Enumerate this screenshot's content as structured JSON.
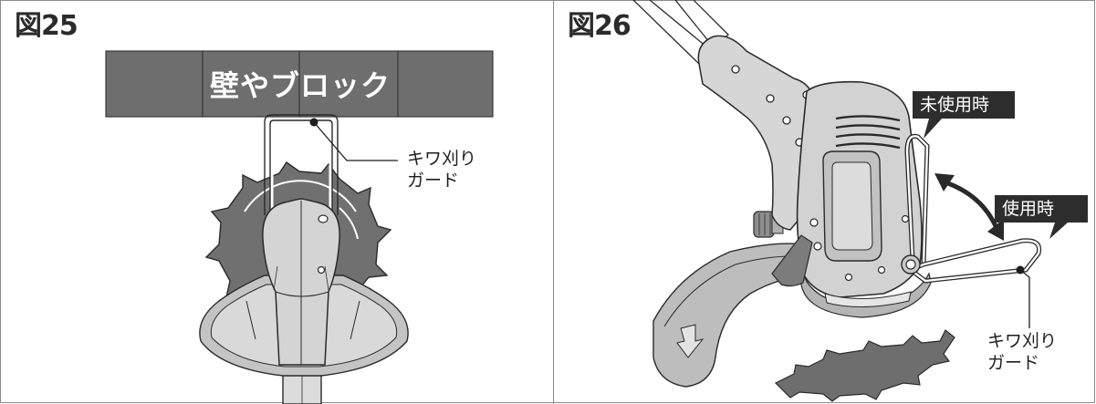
{
  "figures": [
    {
      "label": "図25",
      "wall_label": "壁やブロック",
      "callout": [
        "キワ刈り",
        "ガード"
      ]
    },
    {
      "label": "図26",
      "tag_unused": "未使用時",
      "tag_used": "使用時",
      "callout": [
        "キワ刈り",
        "ガード"
      ]
    }
  ],
  "colors": {
    "wall": "#6e6e6e",
    "blade": "#707070",
    "body_light": "#d9d9d9",
    "body_mid": "#bdbdbd",
    "tag_bg": "#2d2d2d",
    "outline": "#2a2a2a"
  }
}
